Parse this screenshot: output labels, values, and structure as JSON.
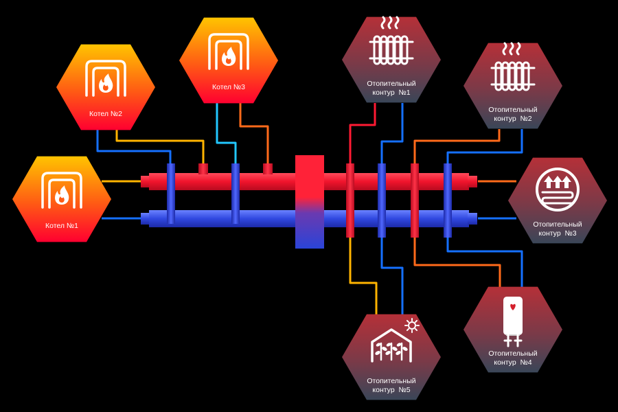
{
  "colors": {
    "background": "#000000",
    "hot": "#ff1a33",
    "cold": "#2b56ff",
    "hot_supply_line": "#ff6a1a",
    "warm_return_line": "#ffb400",
    "cyan_line": "#22c7ff",
    "blue_line": "#1570ff",
    "boiler_hex_top": "#ffc400",
    "boiler_hex_bottom": "#ff0030",
    "circuit_hex_top": "#b53038",
    "circuit_hex_bottom": "#3a4658"
  },
  "boilers": [
    {
      "label": "Котел №1",
      "icon": "boiler-flame-icon"
    },
    {
      "label": "Котел №2",
      "icon": "boiler-flame-icon"
    },
    {
      "label": "Котел №3",
      "icon": "boiler-flame-icon"
    }
  ],
  "circuits": [
    {
      "line1": "Отопительный",
      "line2": "контур  №1",
      "icon": "radiator-icon"
    },
    {
      "line1": "Отопительный",
      "line2": "контур  №2",
      "icon": "radiator-icon"
    },
    {
      "line1": "Отопительный",
      "line2": "контур  №3",
      "icon": "underfloor-heating-icon"
    },
    {
      "line1": "Отопительный",
      "line2": "контур  №4",
      "icon": "water-heater-icon"
    },
    {
      "line1": "Отопительный",
      "line2": "контур  №5",
      "icon": "greenhouse-icon"
    }
  ]
}
